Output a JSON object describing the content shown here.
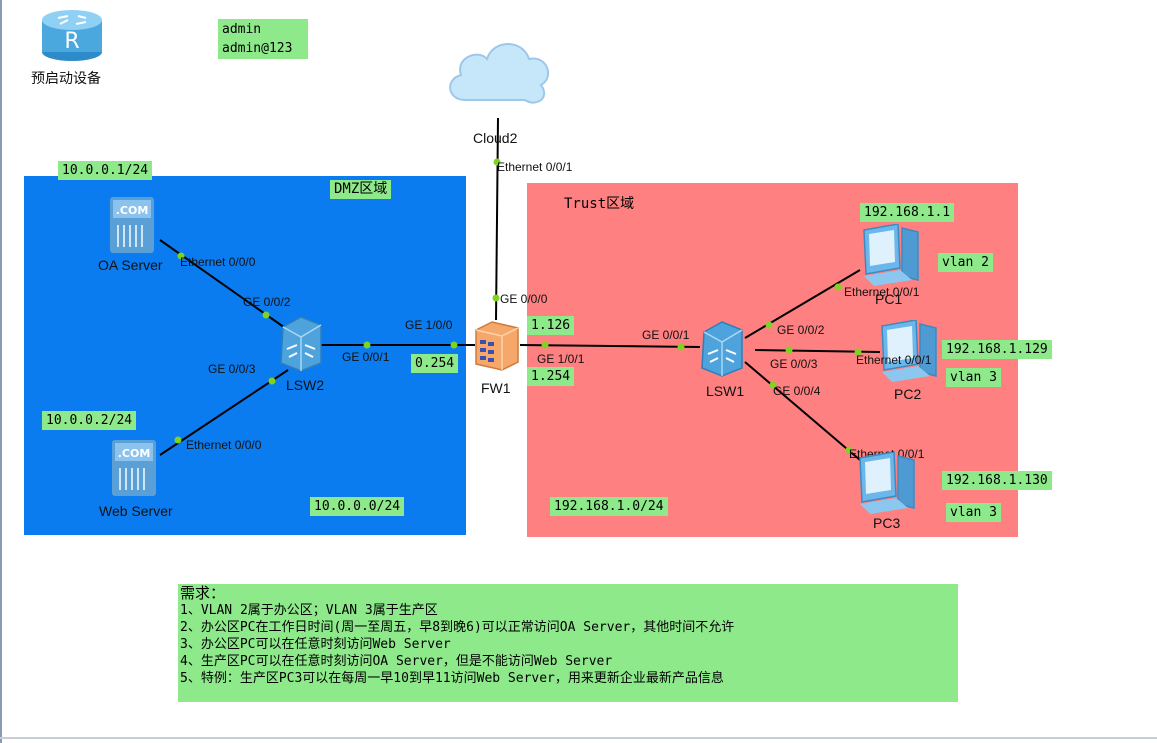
{
  "router": {
    "label": "预启动设备"
  },
  "credentials": {
    "user": "admin",
    "password": "admin@123"
  },
  "cloud": {
    "name": "Cloud2",
    "port": "Ethernet 0/0/1"
  },
  "dmz": {
    "zone_label": "DMZ区域",
    "subnet": "10.0.0.0/24",
    "oa_server": {
      "name": "OA Server",
      "ip": "10.0.0.1/24",
      "port": "Ethernet 0/0/0"
    },
    "web_server": {
      "name": "Web Server",
      "ip": "10.0.0.2/24",
      "port": "Ethernet 0/0/0"
    },
    "lsw2": {
      "name": "LSW2",
      "port_oa": "GE 0/0/2",
      "port_web": "GE 0/0/3",
      "port_fw": "GE 0/0/1"
    }
  },
  "fw1": {
    "name": "FW1",
    "port_dmz": "GE 1/0/0",
    "ip_dmz": "0.254",
    "port_cloud": "GE 0/0/0",
    "ip_upper": "1.126",
    "port_trust": "GE 1/0/1",
    "ip_trust": "1.254"
  },
  "trust": {
    "zone_label": "Trust区域",
    "subnet": "192.168.1.0/24",
    "lsw1": {
      "name": "LSW1",
      "port_fw": "GE 0/0/1",
      "port_pc1": "GE 0/0/2",
      "port_pc2": "GE 0/0/3",
      "port_pc3": "GE 0/0/4"
    },
    "pc1": {
      "name": "PC1",
      "port": "Ethernet 0/0/1",
      "ip": "192.168.1.1",
      "vlan": "vlan 2"
    },
    "pc2": {
      "name": "PC2",
      "port": "Ethernet 0/0/1",
      "ip": "192.168.1.129",
      "vlan": "vlan 3"
    },
    "pc3": {
      "name": "PC3",
      "port": "Ethernet 0/0/1",
      "ip": "192.168.1.130",
      "vlan": "vlan 3"
    }
  },
  "requirements": {
    "title": "需求：",
    "items": [
      "1、VLAN 2属于办公区；VLAN 3属于生产区",
      "2、办公区PC在工作日时间(周一至周五，早8到晚6)可以正常访问OA Server，其他时间不允许",
      "3、办公区PC可以在任意时刻访问Web Server",
      "4、生产区PC可以在任意时刻访问OA Server，但是不能访问Web Server",
      "5、特例：生产区PC3可以在每周一早10到早11访问Web Server，用来更新企业最新产品信息"
    ]
  },
  "colors": {
    "dmz_zone": "#0a7cf0",
    "trust_zone": "#ff8080",
    "label_bg": "#8ee98b",
    "port_dot": "#7ed321"
  }
}
